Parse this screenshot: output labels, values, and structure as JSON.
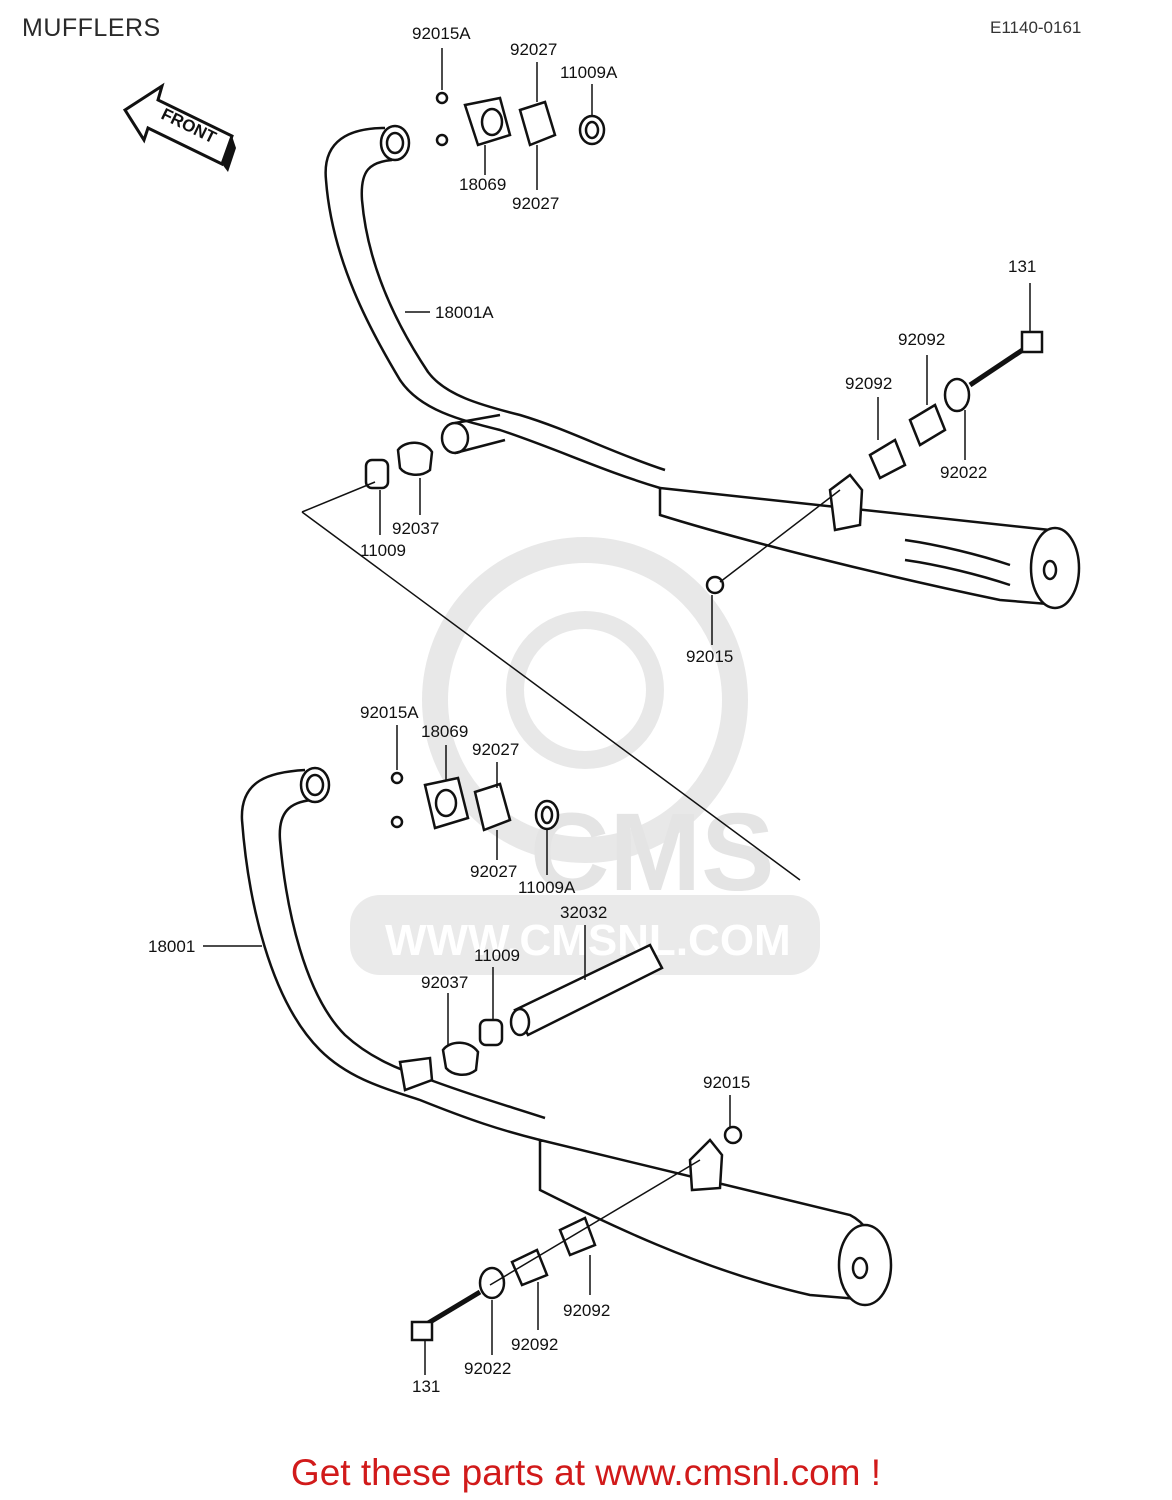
{
  "header": {
    "title": "MUFFLERS",
    "code": "E1140-0161"
  },
  "arrow": {
    "label": "FRONT"
  },
  "watermark": {
    "brand": "CMS",
    "url": "WWW.CMSNL.COM"
  },
  "parts": {
    "top_nut": "92015A",
    "top_holder": "18069",
    "top_clamp_a": "92027",
    "top_clamp_b": "92027",
    "top_gasket": "11009A",
    "top_pipe": "18001A",
    "top_gasket2": "11009",
    "top_band": "92037",
    "top_bolt": "131",
    "top_damper_a": "92092",
    "top_damper_b": "92092",
    "top_washer": "92022",
    "top_nut2": "92015",
    "bot_nut": "92015A",
    "bot_holder": "18069",
    "bot_clamp_a": "92027",
    "bot_clamp_b": "92027",
    "bot_gasket": "11009A",
    "bot_pipe": "18001",
    "bot_connector": "32032",
    "bot_gasket2": "11009",
    "bot_band": "92037",
    "bot_nut2": "92015",
    "bot_damper_a": "92092",
    "bot_damper_b": "92092",
    "bot_washer": "92022",
    "bot_bolt": "131"
  },
  "footer": {
    "cta": "Get these parts at www.cmsnl.com !"
  }
}
